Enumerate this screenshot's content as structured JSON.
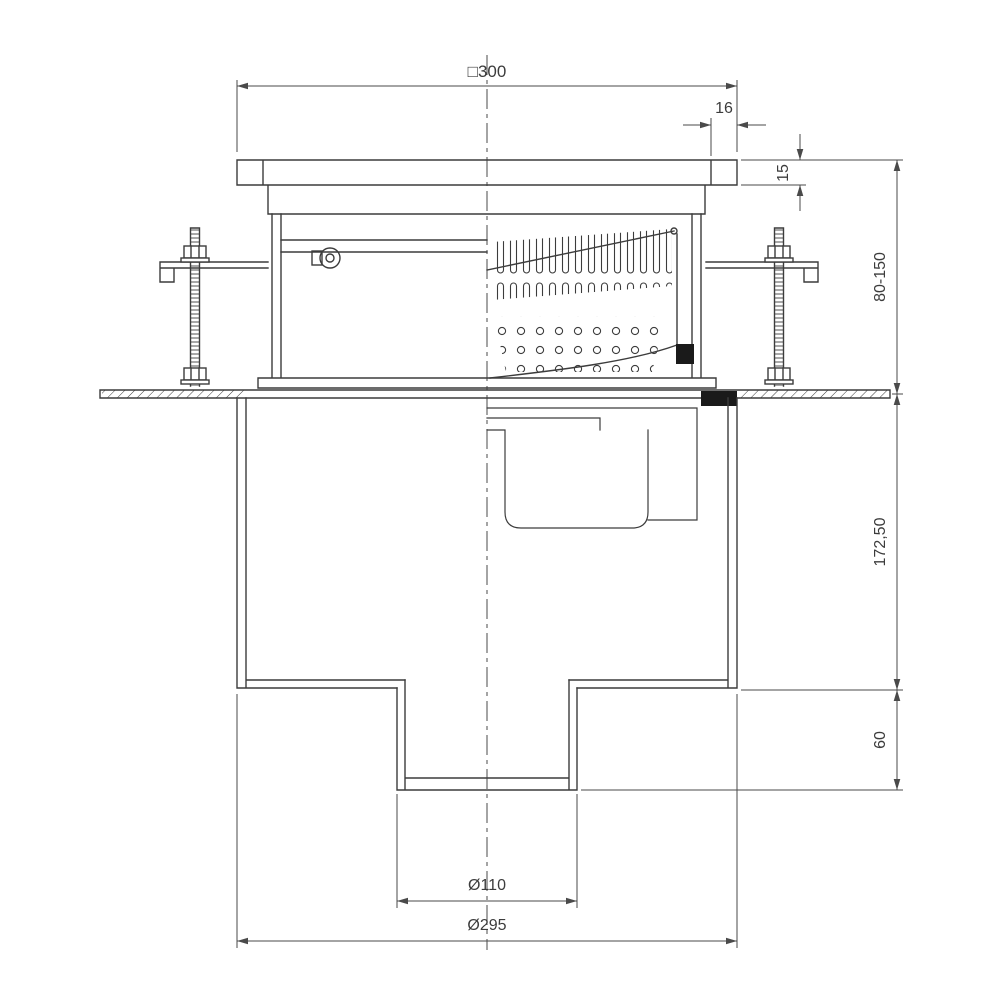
{
  "drawing": {
    "dimensions": {
      "top_width": "□300",
      "frame_edge_width": "16",
      "frame_height": "15",
      "adjustment_range": "80-150",
      "body_height": "172,50",
      "outlet_length": "60",
      "outlet_diameter": "Ø110",
      "body_diameter": "Ø295"
    },
    "colors": {
      "line": "#3c3c3c",
      "dimension_line": "#4a4a4a",
      "background": "#ffffff",
      "seal_fill": "#1a1a1a"
    }
  }
}
